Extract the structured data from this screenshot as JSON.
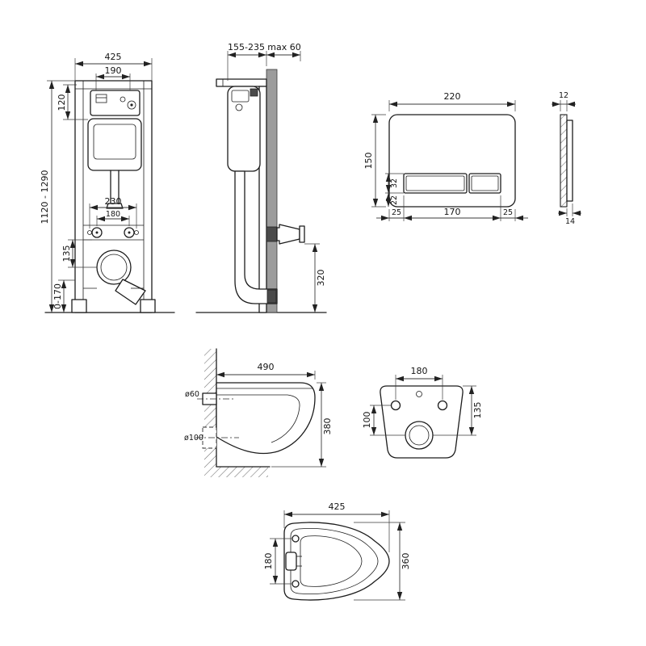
{
  "drawing": {
    "frame_front": {
      "overall_width": "425",
      "inner_width": "190",
      "tank_height": "120",
      "overall_height": "1120 - 1290",
      "fixing_outer": "230",
      "fixing_inner": "180",
      "drain_offset": "135",
      "leg_adjust": "0-170"
    },
    "frame_side": {
      "depth_range": "155-235",
      "max_wall": "max 60",
      "outlet_height": "320"
    },
    "plate_front": {
      "width": "220",
      "height": "150",
      "button_height": "32",
      "button_bottom": "22",
      "margin_left": "25",
      "buttons_width": "170",
      "margin_right": "25"
    },
    "plate_side": {
      "thickness": "12",
      "depth": "14"
    },
    "bowl_side": {
      "length": "490",
      "flush_pipe": "ø60",
      "drain_pipe": "ø100",
      "height": "380"
    },
    "bowl_back": {
      "hole_spacing": "180",
      "holes_to_drain": "100",
      "drain_height": "135"
    },
    "bowl_top": {
      "length": "425",
      "hole_spacing": "180",
      "width": "360"
    }
  }
}
